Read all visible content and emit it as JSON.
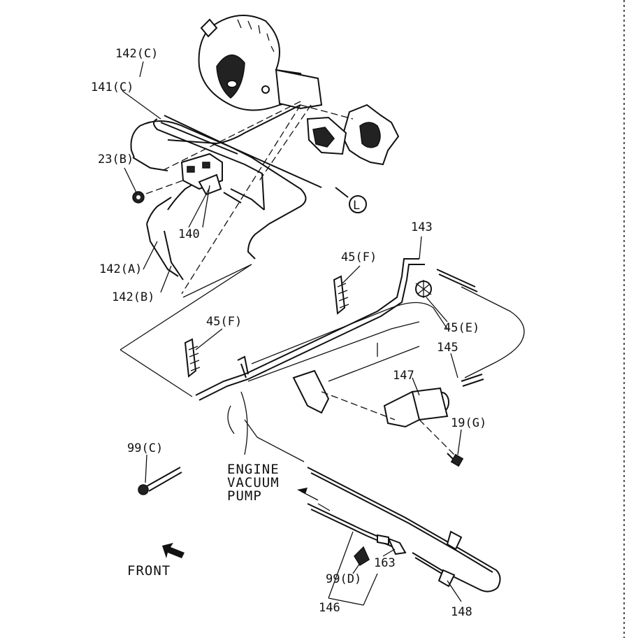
{
  "labels": {
    "l142c": "142(C)",
    "l141c": "141(C)",
    "l23b": "23(B)",
    "l140": "140",
    "l142a": "142(A)",
    "l142b": "142(B)",
    "l143": "143",
    "l45f_top": "45(F)",
    "l45e": "45(E)",
    "l45f_left": "45(F)",
    "l145": "145",
    "l147": "147",
    "l19g": "19(G)",
    "l99c": "99(C)",
    "l99d": "99(D)",
    "l163": "163",
    "l146": "146",
    "l148": "148",
    "engine_line1": "ENGINE",
    "engine_line2": "VACUUM",
    "engine_line3": "PUMP",
    "front": "FRONT"
  },
  "callout_circle": "L"
}
